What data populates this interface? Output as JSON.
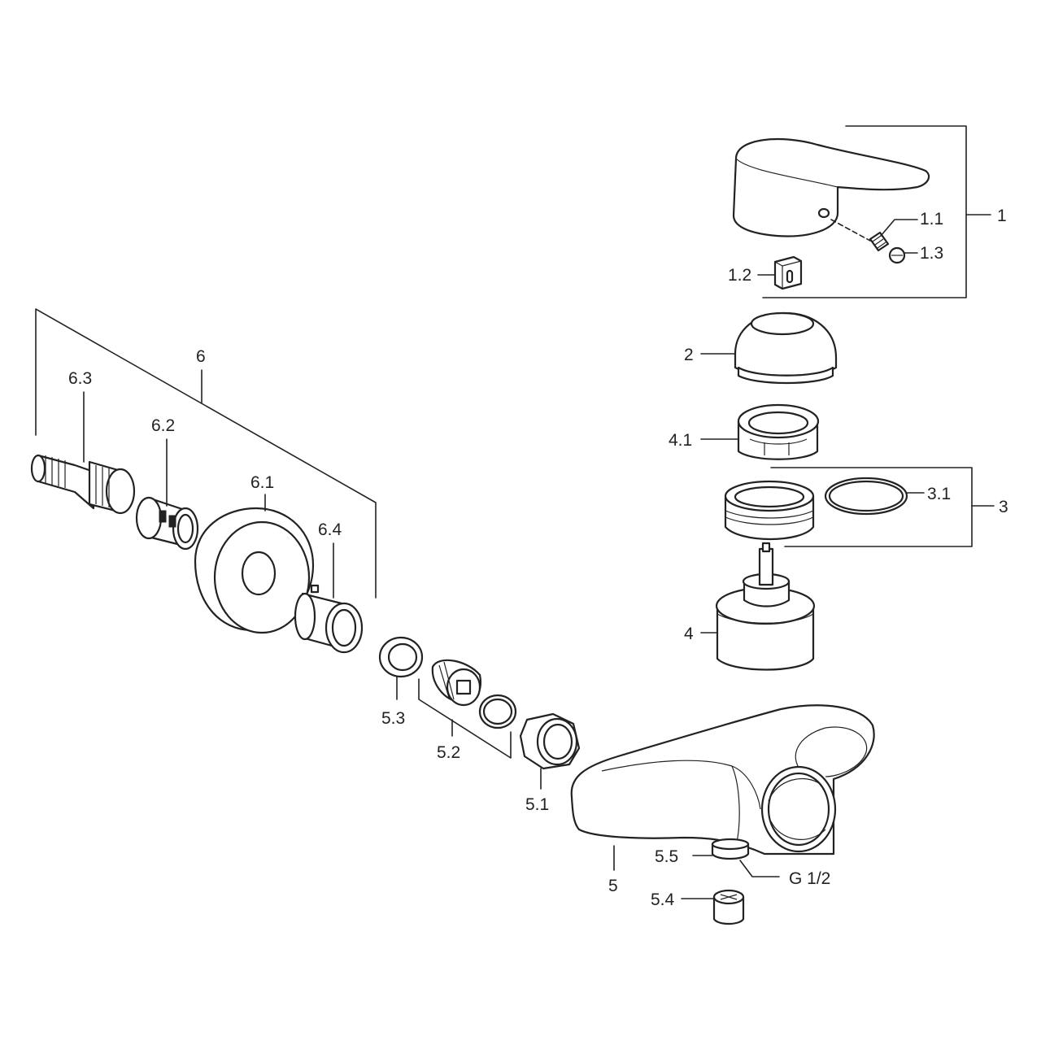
{
  "labels": {
    "l1": "1",
    "l1_1": "1.1",
    "l1_2": "1.2",
    "l1_3": "1.3",
    "l2": "2",
    "l3": "3",
    "l3_1": "3.1",
    "l4": "4",
    "l4_1": "4.1",
    "l5": "5",
    "l5_1": "5.1",
    "l5_2": "5.2",
    "l5_3": "5.3",
    "l5_4": "5.4",
    "l5_5": "5.5",
    "l6": "6",
    "l6_1": "6.1",
    "l6_2": "6.2",
    "l6_3": "6.3",
    "l6_4": "6.4",
    "thread": "G 1/2"
  },
  "colors": {
    "line": "#222222",
    "background": "#ffffff"
  }
}
